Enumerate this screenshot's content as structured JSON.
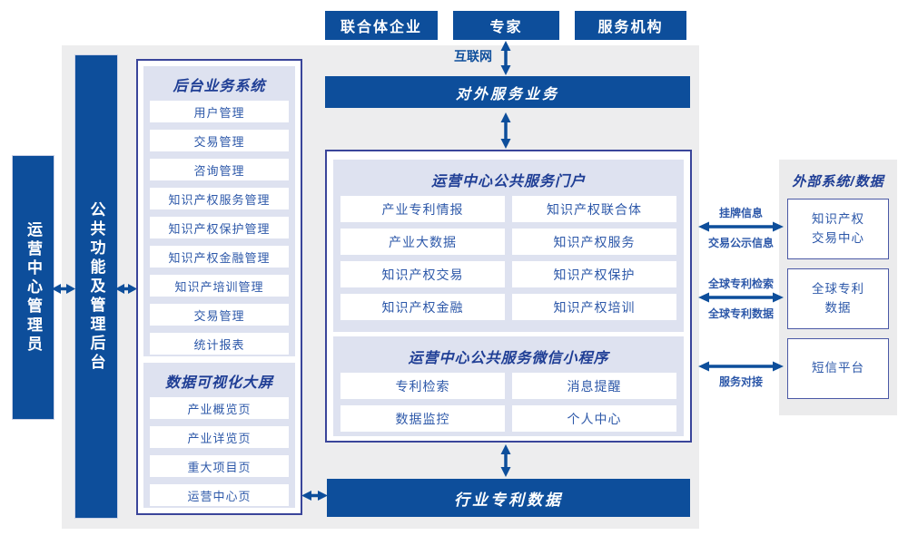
{
  "colors": {
    "primary_blue": "#0d4e9b",
    "item_text_blue": "#2d58a9",
    "title_navy": "#1f3e95",
    "panel_bg": "#dee2f0",
    "canvas_grey": "#ededee"
  },
  "top_actors": [
    "联合体企业",
    "专家",
    "服务机构"
  ],
  "internet_label": "互联网",
  "external_service_bar": "对外服务业务",
  "rails": {
    "admin": "运营中心管理员",
    "common_backend": "公共功能及管理后台"
  },
  "backend_system": {
    "title": "后台业务系统",
    "items": [
      "用户管理",
      "交易管理",
      "咨询管理",
      "知识产权服务管理",
      "知识产权保护管理",
      "知识产权金融管理",
      "知识产培训管理",
      "交易管理",
      "统计报表"
    ]
  },
  "data_visualization": {
    "title": "数据可视化大屏",
    "items": [
      "产业概览页",
      "产业详览页",
      "重大项目页",
      "运营中心页"
    ]
  },
  "portal": {
    "title": "运营中心公共服务门户",
    "items": [
      "产业专利情报",
      "知识产权联合体",
      "产业大数据",
      "知识产权服务",
      "知识产权交易",
      "知识产权保护",
      "知识产权金融",
      "知识产权培训"
    ]
  },
  "mini_program": {
    "title": "运营中心公共服务微信小程序",
    "items": [
      "专利检索",
      "消息提醒",
      "数据监控",
      "个人中心"
    ]
  },
  "industry_patent_bar": "行业专利数据",
  "external_systems": {
    "title": "外部系统/数据",
    "boxes": [
      "知识产权交易中心",
      "全球专利数据",
      "短信平台"
    ]
  },
  "connection_labels": {
    "listing_info": "挂牌信息",
    "trade_publicity": "交易公示信息",
    "global_patent_search": "全球专利检索",
    "global_patent_data": "全球专利数据",
    "service_connect": "服务对接"
  }
}
